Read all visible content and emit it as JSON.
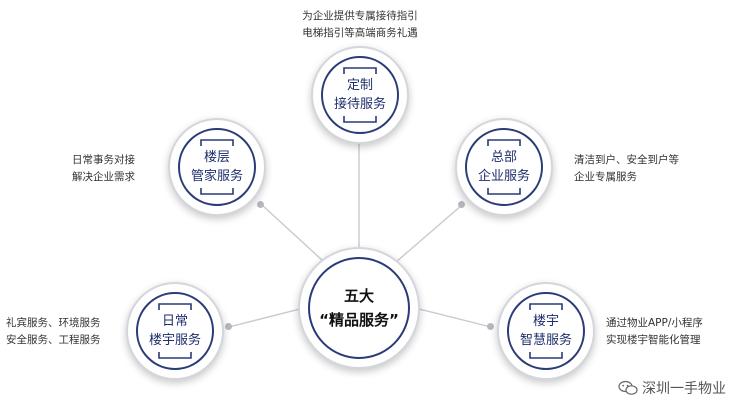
{
  "center": {
    "line1": "五大",
    "line2": "“精品服务”"
  },
  "nodes": {
    "reception": {
      "line1": "定制",
      "line2": "接待服务"
    },
    "floor": {
      "line1": "楼层",
      "line2": "管家服务"
    },
    "hq": {
      "line1": "总部",
      "line2": "企业服务"
    },
    "daily": {
      "line1": "日常",
      "line2": "楼宇服务"
    },
    "smart": {
      "line1": "楼宇",
      "line2": "智慧服务"
    }
  },
  "captions": {
    "reception": {
      "line1": "为企业提供专属接待指引",
      "line2": "电梯指引等高端商务礼遇"
    },
    "floor": {
      "line1": "日常事务对接",
      "line2": "解决企业需求"
    },
    "hq": {
      "line1": "清洁到户、安全到户等",
      "line2": "企业专属服务"
    },
    "daily": {
      "line1": "礼宾服务、环境服务",
      "line2": "安全服务、工程服务"
    },
    "smart": {
      "line1": "通过物业APP/小程序",
      "line2": "实现楼宇智能化管理"
    }
  },
  "watermark": {
    "text": "深圳一手物业",
    "icon": "wechat-icon"
  },
  "colors": {
    "accent": "#1f2f6b",
    "ring": "#2a3b78",
    "connector": "#c8cace"
  }
}
